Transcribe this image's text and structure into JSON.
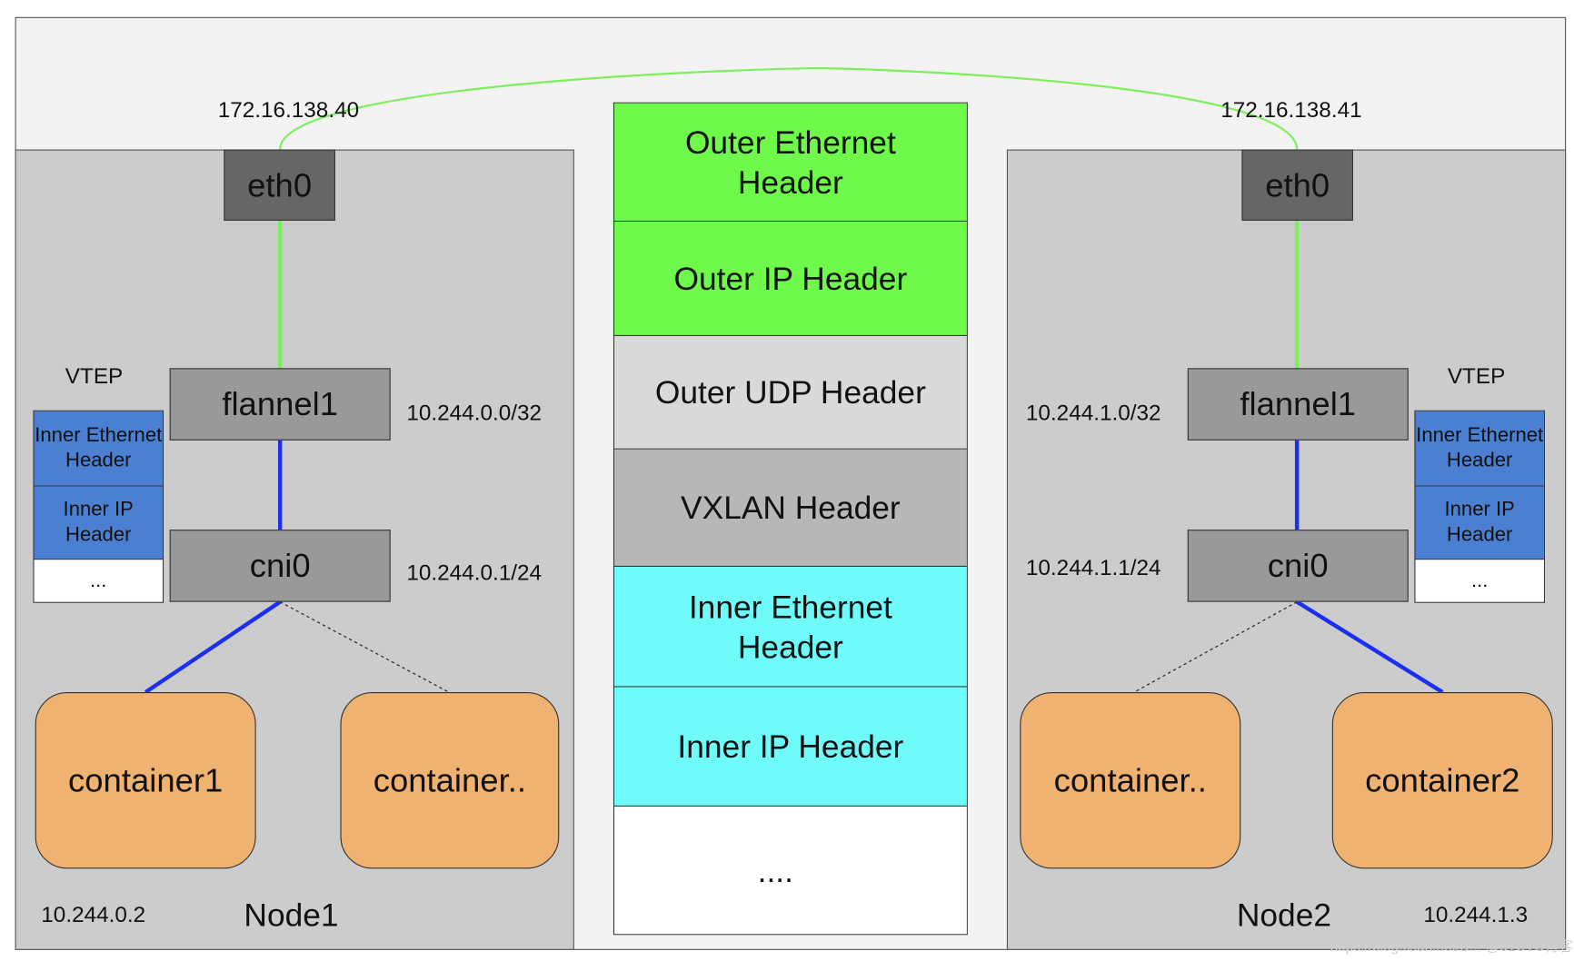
{
  "colors": {
    "frame": "#f3f3f3",
    "node_bg": "#cccccc",
    "device_gray": "#999999",
    "eth0_dark_gray": "#666666",
    "container_orange": "#efb271",
    "green_header": "#6ef94b",
    "light_gray_header": "#d9d9d9",
    "mid_gray_header": "#b7b7b7",
    "cyan_header": "#70fbfb",
    "mini_blue": "#4a7fd1",
    "underlay_link": "#7cf05a",
    "overlay_link": "#1a2ff0"
  },
  "underlay": {
    "left_ip": "172.16.138.40",
    "right_ip": "172.16.138.41"
  },
  "node1": {
    "name": "Node1",
    "eth0": "eth0",
    "flannel": "flannel1",
    "flannel_ip": "10.244.0.0/32",
    "cni": "cni0",
    "cni_ip": "10.244.0.1/24",
    "vtep_label": "VTEP",
    "vtep_cells": [
      "Inner Ethernet Header",
      "Inner IP Header",
      "..."
    ],
    "container_a": "container1",
    "container_b": "container..",
    "container_ip": "10.244.0.2"
  },
  "node2": {
    "name": "Node2",
    "eth0": "eth0",
    "flannel": "flannel1",
    "flannel_ip": "10.244.1.0/32",
    "cni": "cni0",
    "cni_ip": "10.244.1.1/24",
    "vtep_label": "VTEP",
    "vtep_cells": [
      "Inner Ethernet Header",
      "Inner IP Header",
      "..."
    ],
    "container_a": "container..",
    "container_b": "container2",
    "container_ip": "10.244.1.3"
  },
  "packet_layers": [
    {
      "label": "Outer Ethernet Header",
      "color": "#6ef94b"
    },
    {
      "label": "Outer IP Header",
      "color": "#6ef94b"
    },
    {
      "label": "Outer UDP Header",
      "color": "#d9d9d9"
    },
    {
      "label": "VXLAN Header",
      "color": "#b7b7b7"
    },
    {
      "label": "Inner Ethernet Header",
      "color": "#70fbfb"
    },
    {
      "label": "Inner IP Header",
      "color": "#70fbfb"
    },
    {
      "label": "....",
      "color": "#ffffff"
    }
  ],
  "watermark": "https://blog.csdn.net/D... @51CTO博客"
}
